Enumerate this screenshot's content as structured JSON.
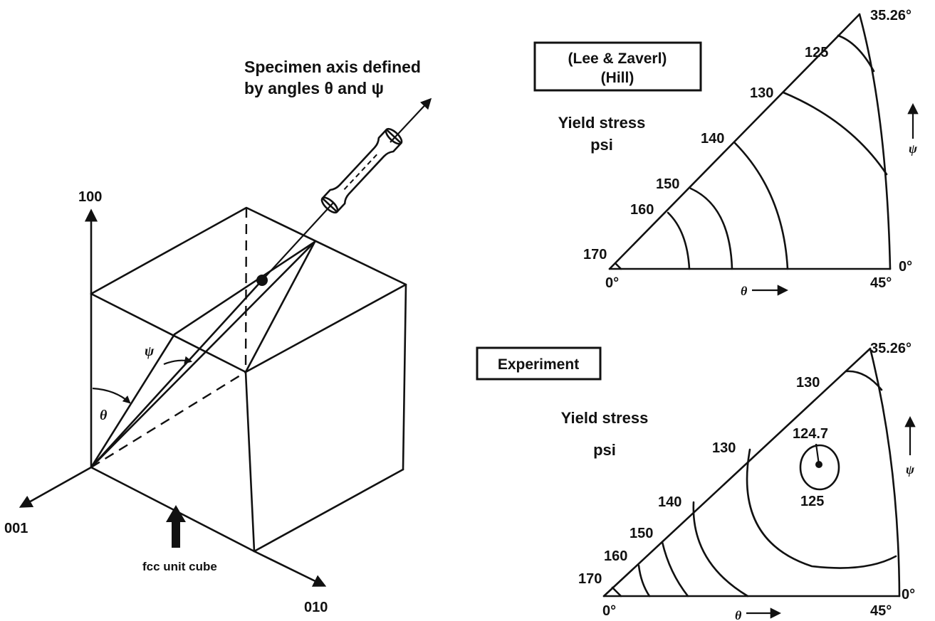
{
  "left": {
    "caption_line1": "Specimen axis defined",
    "caption_line2": "by angles θ and ψ",
    "axis_100": "100",
    "axis_001": "001",
    "axis_010": "010",
    "theta_symbol": "θ",
    "psi_symbol": "ψ",
    "cube_label": "fcc unit cube"
  },
  "top_chart": {
    "box_line1": "(Lee & Zaverl)",
    "box_line2": "(Hill)",
    "ylabel_line1": "Yield stress",
    "ylabel_line2": "psi",
    "contour_labels": [
      "125",
      "130",
      "140",
      "150",
      "160",
      "170"
    ],
    "corner_origin": "0°",
    "corner_right": "45°",
    "corner_top": "35.26°",
    "corner_right_upper": "0°",
    "theta_axis": "θ",
    "psi_axis": "ψ"
  },
  "bottom_chart": {
    "box_label": "Experiment",
    "ylabel_line1": "Yield stress",
    "ylabel_line2": "psi",
    "contour_labels_edge": [
      "130",
      "130",
      "140",
      "150",
      "160",
      "170"
    ],
    "center_value": "124.7",
    "inner_contour": "125",
    "corner_origin": "0°",
    "corner_right": "45°",
    "corner_top": "35.26°",
    "corner_right_upper": "0°",
    "theta_axis": "θ",
    "psi_axis": "ψ"
  }
}
